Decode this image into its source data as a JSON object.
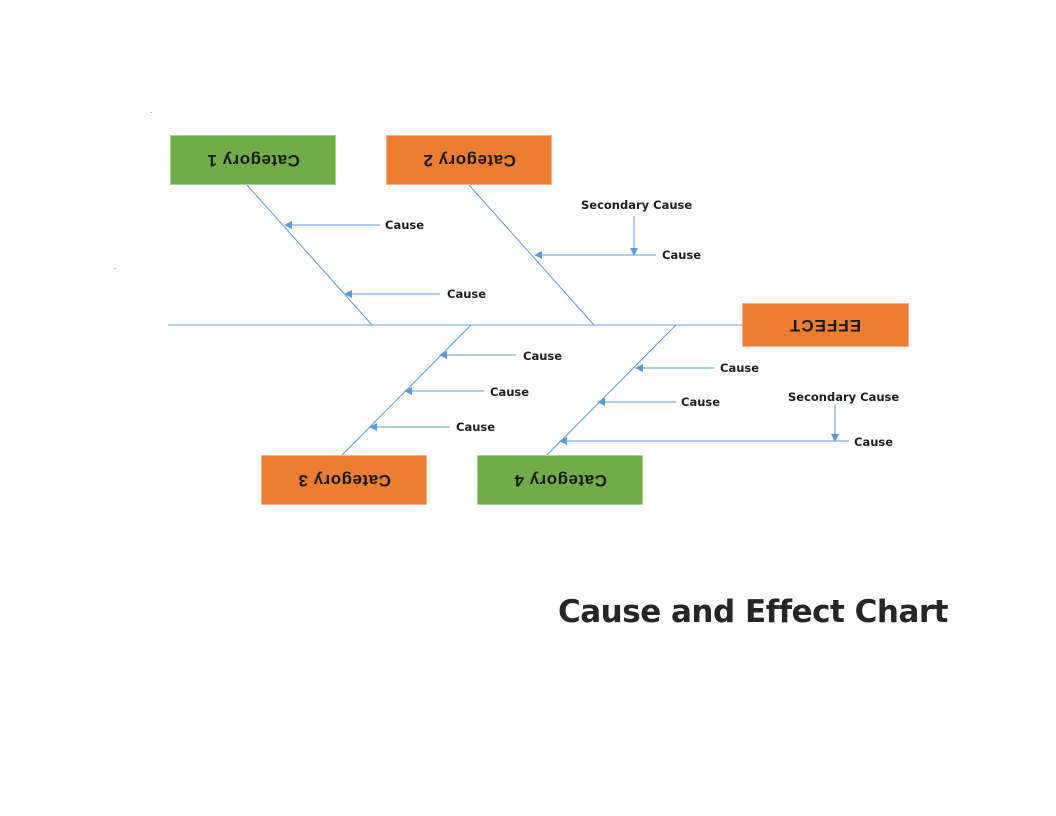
{
  "title": "Cause and Effect Chart",
  "effect": {
    "label": "EFFECT",
    "color": "#ed7d31"
  },
  "categories": [
    {
      "label": "Category 1",
      "color": "#70ad47",
      "causes": [
        "Cause",
        "Cause"
      ]
    },
    {
      "label": "Category 2",
      "color": "#ed7d31",
      "causes": [
        "Cause"
      ],
      "secondary_cause": "Secondary Cause"
    },
    {
      "label": "Category 3",
      "color": "#ed7d31",
      "causes": [
        "Cause",
        "Cause",
        "Cause"
      ]
    },
    {
      "label": "Category 4",
      "color": "#70ad47",
      "causes": [
        "Cause",
        "Cause",
        "Cause"
      ],
      "secondary_cause": "Secondary Cause"
    }
  ],
  "colors": {
    "line": "#5b9bd5",
    "spine": "#9dc3e6",
    "text": "#1e1e1e"
  },
  "text_orientation": "category and effect labels rotated 180 degrees"
}
